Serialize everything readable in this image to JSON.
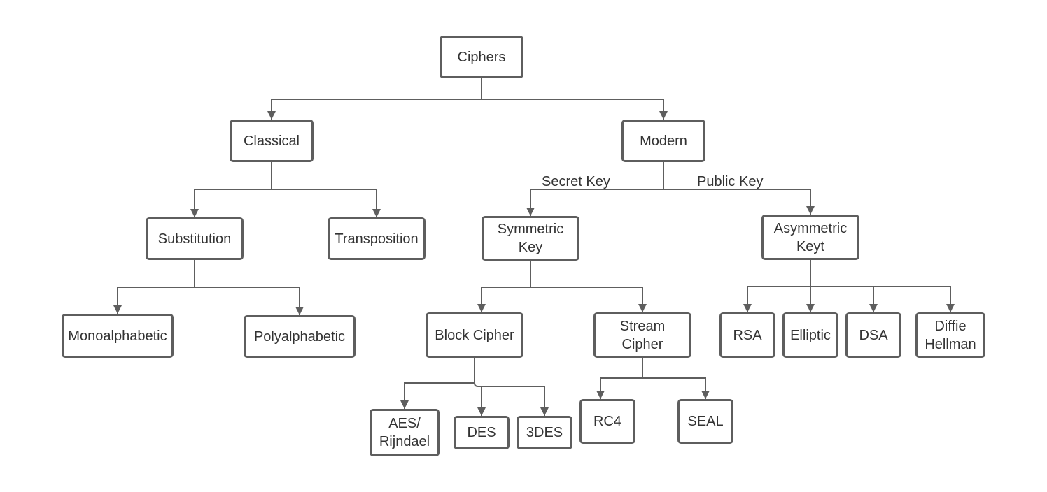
{
  "nodes": {
    "ciphers": "Ciphers",
    "classical": "Classical",
    "modern": "Modern",
    "substitution": "Substitution",
    "transposition": "Transposition",
    "symmetric": "Symmetric\nKey",
    "asymmetric": "Asymmetric\nKeyt",
    "monoalphabetic": "Monoalphabetic",
    "polyalphabetic": "Polyalphabetic",
    "block_cipher": "Block Cipher",
    "stream_cipher": "Stream\nCipher",
    "rsa": "RSA",
    "elliptic": "Elliptic",
    "dsa": "DSA",
    "diffie": "Diffie\nHellman",
    "aes": "AES/\nRijndael",
    "des": "DES",
    "tdes": "3DES",
    "rc4": "RC4",
    "seal": "SEAL"
  },
  "edge_labels": {
    "secret_key": "Secret Key",
    "public_key": "Public Key"
  },
  "colors": {
    "stroke": "#5e5e5e",
    "text": "#333333",
    "background": "#ffffff"
  }
}
